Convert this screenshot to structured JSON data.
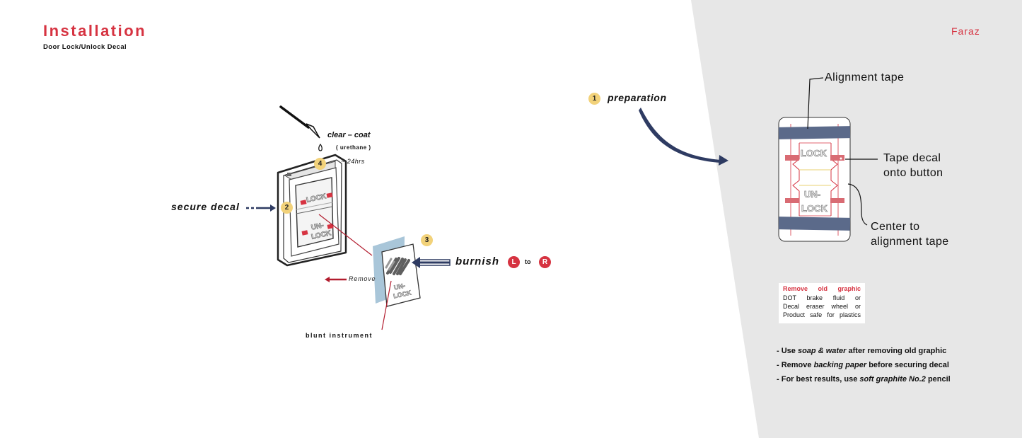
{
  "header": {
    "title": "Installation",
    "subtitle": "Door  Lock/Unlock  Decal",
    "author": "Faraz"
  },
  "steps": [
    {
      "number": "1",
      "label": "preparation"
    },
    {
      "number": "2",
      "label": "secure  decal"
    },
    {
      "number": "3",
      "label": "burnish"
    },
    {
      "number": "4",
      "label": "clear – coat"
    }
  ],
  "clear_coat": {
    "detail": "( urethane )",
    "time": "~ 24hrs"
  },
  "burnish_direction": {
    "from": "L",
    "joiner": "to",
    "to": "R"
  },
  "callouts": {
    "remove": "Remove",
    "blunt_instrument": "blunt  instrument",
    "alignment_tape": "Alignment tape",
    "tape_decal_line1": "Tape  decal",
    "tape_decal_line2": "onto button",
    "center_line1": "Center to",
    "center_line2": "alignment tape"
  },
  "decal_text": {
    "lock": "LOCK",
    "un": "UN-",
    "lock2": "LOCK"
  },
  "remove_old_graphic": {
    "title": "Remove   old   graphic",
    "line1": "DOT   brake   fluid   or",
    "line2": "Decal  eraser  wheel  or",
    "line3": "Product  safe  for  plastics"
  },
  "notes": [
    {
      "prefix": "- Use ",
      "emphasis": "soap & water",
      "suffix": " after removing old graphic"
    },
    {
      "prefix": "- Remove ",
      "emphasis": "backing paper",
      "suffix": " before securing decal"
    },
    {
      "prefix": "- For best results, use ",
      "emphasis": "soft graphite No.2",
      "suffix": " pencil"
    }
  ],
  "colors": {
    "accent_red": "#d63341",
    "navy": "#2e3b62",
    "panel_gray": "#e7e7e7",
    "badge_yellow": "#f2d27a",
    "blue_paper": "#a9c6d9",
    "tape_pink": "#d96b73"
  }
}
